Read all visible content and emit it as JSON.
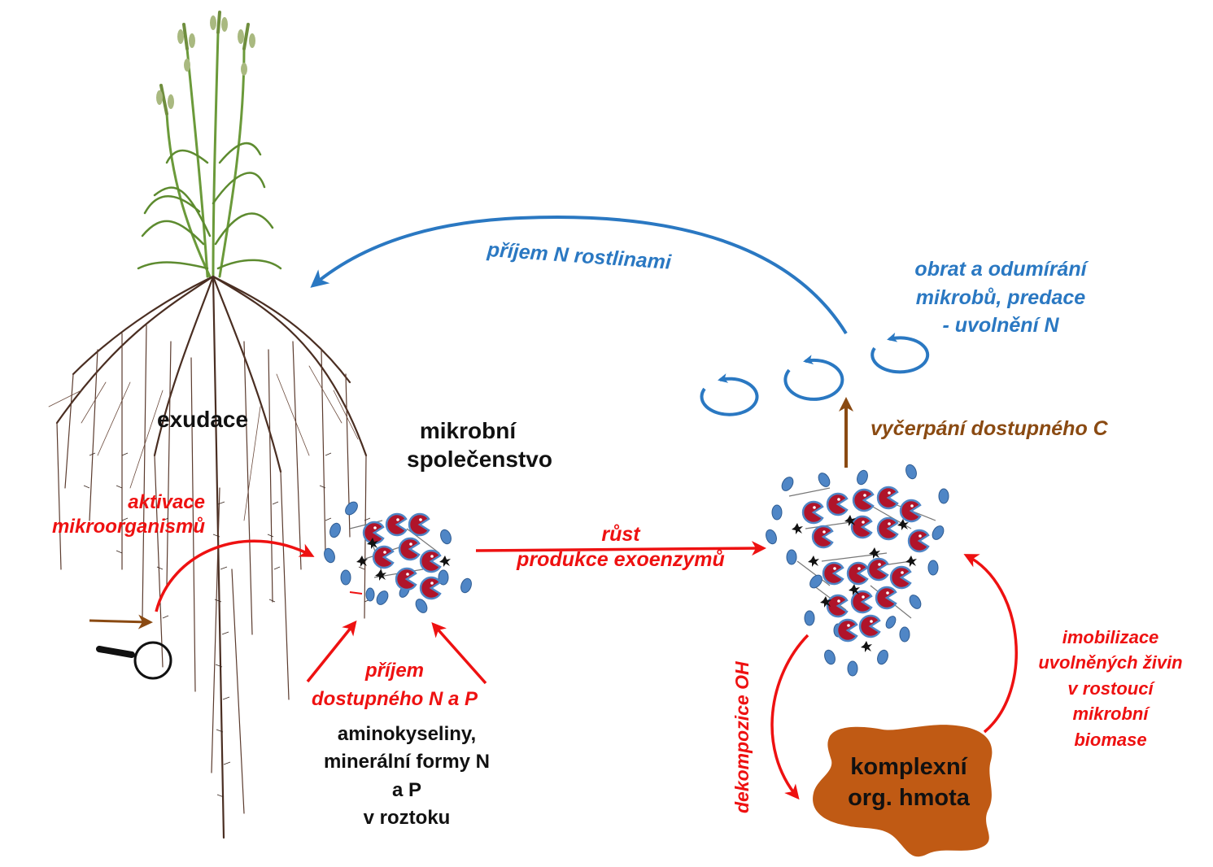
{
  "colors": {
    "red_arrow": "#ee1111",
    "blue_arrow": "#2a78c2",
    "brown_arrow": "#8a4a12",
    "organic_matter": "#c05a14",
    "microbe_red": "#b0142a",
    "microbe_blue": "#4f86c6",
    "root": "#4a2e22",
    "plant_green": "#6b9a3a"
  },
  "labels": {
    "exudace": "exudace",
    "microbial_community": [
      "mikrobní",
      "společenstvo"
    ],
    "activation": [
      "aktivace",
      "mikroorganismů"
    ],
    "growth": [
      "růst",
      "produkce exoenzymů"
    ],
    "plant_uptake": "příjem N rostlinami",
    "turnover": [
      "obrat a odumírání",
      "mikrobů, predace",
      "- uvolnění N"
    ],
    "depletion": "vyčerpání dostupného C",
    "uptake_available": [
      "příjem",
      "dostupného N a P"
    ],
    "solution_forms": [
      "aminokyseliny,",
      "minerální formy N",
      "a P",
      "v roztoku"
    ],
    "decomposition": "dekompozice OH",
    "immobilization": [
      "imobilizace",
      "uvolněných živin",
      "v rostoucí",
      "mikrobní",
      "biomase"
    ],
    "organic_matter": [
      "komplexní",
      "org. hmota"
    ]
  },
  "icons": [
    "magnifier-icon",
    "cycle-arrow-icon",
    "microbe-cell-icon"
  ]
}
